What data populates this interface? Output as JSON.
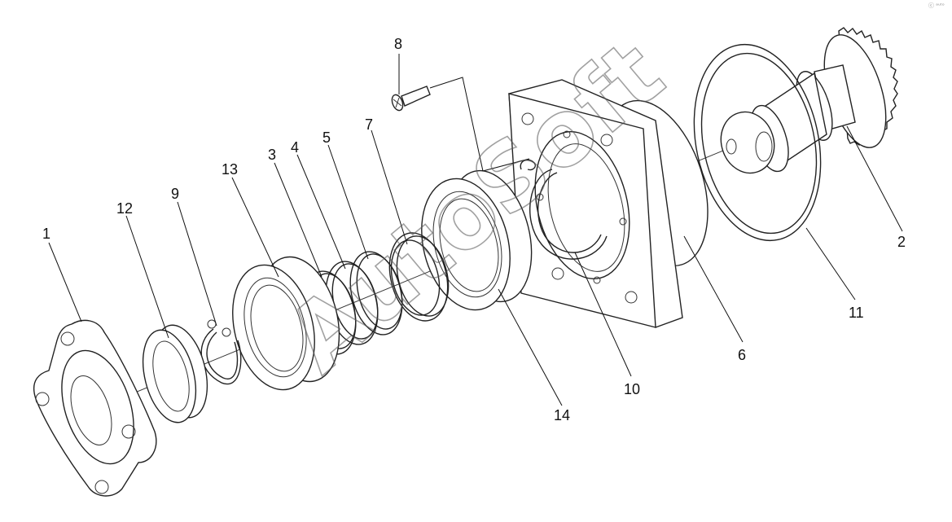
{
  "diagram": {
    "callouts": [
      {
        "id": "c1",
        "text": "1"
      },
      {
        "id": "c2",
        "text": "2"
      },
      {
        "id": "c3",
        "text": "3"
      },
      {
        "id": "c4",
        "text": "4"
      },
      {
        "id": "c5",
        "text": "5"
      },
      {
        "id": "c6",
        "text": "6"
      },
      {
        "id": "c7",
        "text": "7"
      },
      {
        "id": "c8",
        "text": "8"
      },
      {
        "id": "c9",
        "text": "9"
      },
      {
        "id": "c10",
        "text": "10"
      },
      {
        "id": "c11",
        "text": "11"
      },
      {
        "id": "c12",
        "text": "12"
      },
      {
        "id": "c13",
        "text": "13"
      },
      {
        "id": "c14",
        "text": "14"
      }
    ],
    "watermark": "AutoSoft",
    "corner_mark": "ⓒ ᵃᵘᵗᵒ"
  },
  "colors": {
    "line": "#222222",
    "background": "#ffffff",
    "watermark": "#555555"
  }
}
